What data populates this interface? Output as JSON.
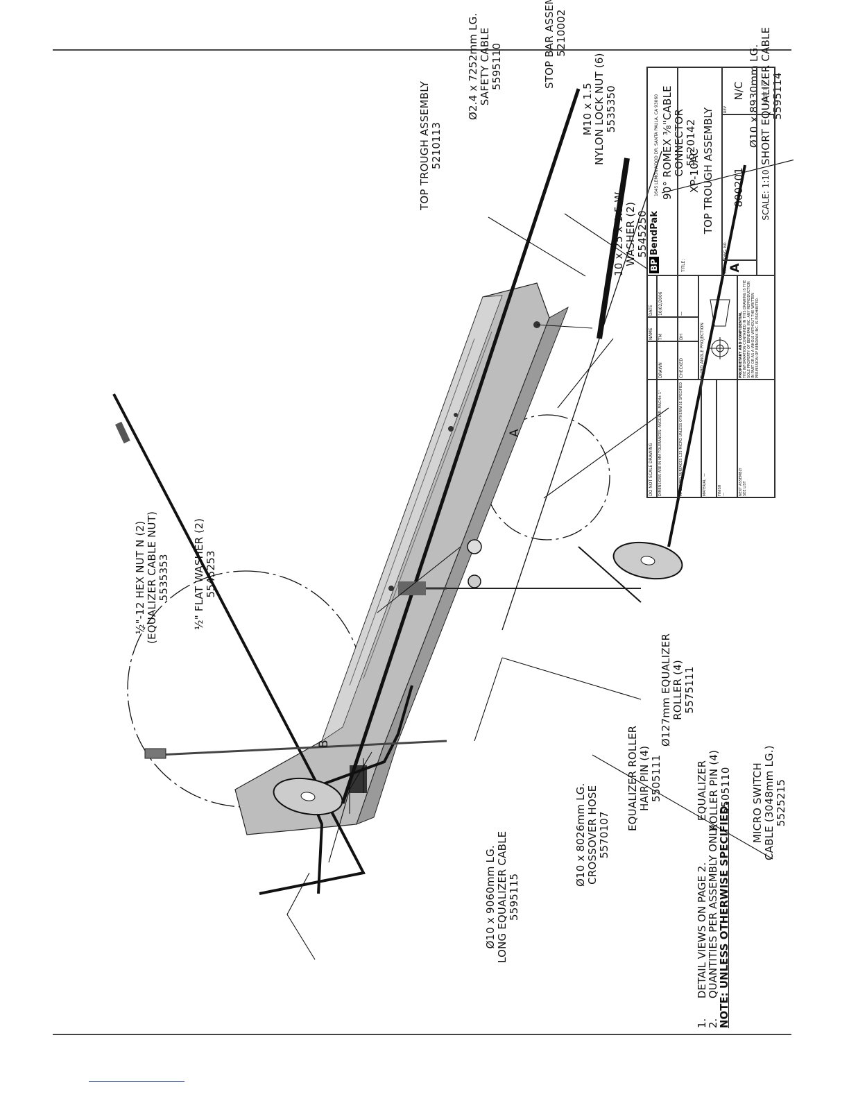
{
  "labels": {
    "micro_switch": {
      "l1": "MICRO SWITCH",
      "l2": "CABLE (3048mm LG.)",
      "l3": "5525215"
    },
    "equalizer_roller_pin": {
      "l1": "EQUALIZER",
      "l2": "ROLLER PIN (4)",
      "l3": "5505110"
    },
    "equalizer_roller": {
      "l1": "Ø127mm EQUALIZER",
      "l2": "ROLLER (4)",
      "l3": "5575111"
    },
    "equalizer_roller_hair_pin": {
      "l1": "EQUALIZER ROLLER",
      "l2": "HAIR PIN (4)",
      "l3": "5505111"
    },
    "crossover_hose": {
      "l1": "Ø10 x 8026mm LG.",
      "l2": "CROSSOVER HOSE",
      "l3": "5570107"
    },
    "long_equalizer_cable": {
      "l1": "Ø10 x 9060mm LG.",
      "l2": "LONG EQUALIZER CABLE",
      "l3": "5595115"
    },
    "short_equalizer_cable": {
      "l1": "Ø10 x 8930mm LG.",
      "l2": "SHORT EQUALIZER CABLE",
      "l3": "5595114"
    },
    "romex_connector": {
      "l1": "90° ROMEX ⅜\"CABLE",
      "l2": "CONNECTOR",
      "l3": "5520142"
    },
    "washer": {
      "l1": "10 x 25 x 1.5 W",
      "l2": "WASHER (2)",
      "l3": "5545250"
    },
    "nylon_lock_nut": {
      "l1": "M10 x 1.5",
      "l2": "NYLON LOCK NUT (6)",
      "l3": "5535350"
    },
    "stop_bar": {
      "l1": "STOP BAR ASSEMBLY",
      "l2": "5210002"
    },
    "safety_cable": {
      "l1": "Ø2.4 x 7252mm LG.",
      "l2": "SAFETY CABLE",
      "l3": "5595110"
    },
    "top_trough": {
      "l1": "TOP TROUGH ASSEMBLY",
      "l2": "5210113"
    },
    "flat_washer": {
      "l1": "½\" FLAT WASHER (2)",
      "l2": "5545253"
    },
    "hex_nut": {
      "l1": "½\"-12 HEX NUT N (2)",
      "l2": "(EQUALIZER CABLE NUT)",
      "l3": "5535353"
    },
    "detail_a": "A",
    "detail_b": "B"
  },
  "notes": {
    "n1_num": "1.",
    "n1": "DETAIL VIEWS ON PAGE 2.",
    "n2_num": "2.",
    "n2": "QUANTITIES PER ASSEMBLY ONLY.",
    "n3": "NOTE: UNLESS OTHERWISE SPECIFIED."
  },
  "title_block": {
    "do_not_scale": "DO NOT SCALE DRAWING",
    "tolerances": "DIMENSIONS ARE IN MM TOLERANCES: ANGULAR: MACH± 1°",
    "finish": "MACHINED SURFACES 125 MICRO UNLESS OTHERWISE SPECIFIED",
    "material_label": "MATERIAL",
    "material_value": "—",
    "finish_label": "FINISH",
    "finish_value": "—",
    "next_assembly": "NEXT ASSEMBLY",
    "next_assembly_value": "SEE LIST",
    "name_hdr": "NAME",
    "date_hdr": "DATE",
    "drawn": "DRAWN",
    "drawn_name": "TM",
    "drawn_date": "10/02/2006",
    "checked": "CHECKED",
    "checked_name": "DH",
    "checked_date": "—",
    "projection": "THIRD ANGLE PROJECTION",
    "proprietary": "PROPRIETARY AND CONFIDENTIAL",
    "proprietary_text": "THE INFORMATION CONTAINED IN THIS DRAWING IS THE SOLE PROPERTY OF BENDPAK INC. ANY REPRODUCTION IN PART OR AS A WHOLE WITHOUT THE WRITTEN PERMISSION OF BENDPAK INC. IS PROHIBITED.",
    "company": "BendPak",
    "address": "1645 LEMONWOOD DR. SANTA PAULA, CA 93060",
    "title_label": "TITLE:",
    "title1": "XP-10AC",
    "title2": "TOP TROUGH ASSEMBLY",
    "size_label": "SIZE",
    "size": "A",
    "dwg_label": "DWG. NO.",
    "dwg_no": "800201",
    "rev_label": "REV",
    "rev": "N/C",
    "scale": "SCALE: 1:10",
    "sheet": "SHEET 1 OF 2"
  }
}
